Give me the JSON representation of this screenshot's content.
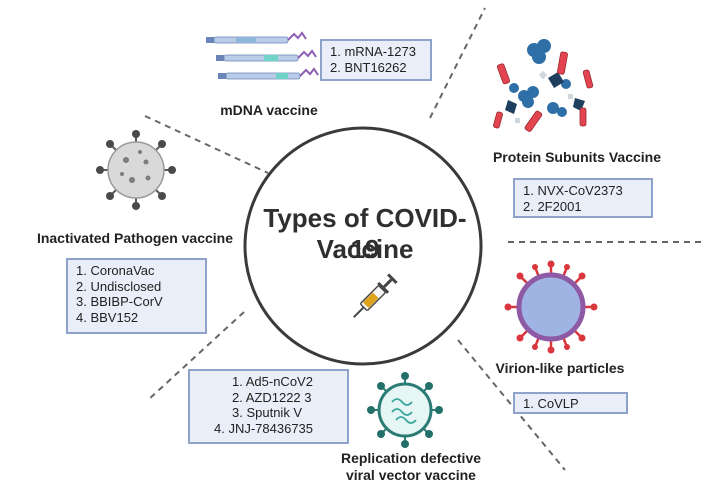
{
  "title_line1": "Types of COVID-19",
  "title_line2": "Vaccine",
  "center_icon": "syringe-icon",
  "colors": {
    "box_fill": "#e9eef8",
    "box_border": "#8fa2c9",
    "title_text": "#2f2f2f",
    "circle_stroke": "#3a3a3a",
    "dashed_line": "#666666",
    "virion_membrane": "#9fb4e3",
    "virion_spike": "#d9363e"
  },
  "categories": [
    {
      "id": "mrna",
      "label": "mDNA vaccine",
      "icon": "mrna-strand-icon",
      "vaccines": [
        "1. mRNA-1273",
        "2. BNT16262"
      ]
    },
    {
      "id": "protein",
      "label": "Protein Subunits Vaccine",
      "icon": "protein-subunits-icon",
      "vaccines": [
        "1. NVX-CoV2373",
        "2. 2F2001"
      ]
    },
    {
      "id": "inactivated",
      "label": "Inactivated Pathogen vaccine",
      "icon": "inactivated-virus-icon",
      "vaccines": [
        "1. CoronaVac",
        "2. Undisclosed",
        "3. BBIBP-CorV",
        "4. BBV152"
      ]
    },
    {
      "id": "virion",
      "label": "Virion-like particles",
      "icon": "virion-like-particle-icon",
      "vaccines": [
        "1. CoVLP"
      ]
    },
    {
      "id": "viral_vector",
      "label_line1": "Replication defective",
      "label_line2": "viral vector vaccine",
      "icon": "viral-vector-icon",
      "vaccines": [
        "1. Ad5-nCoV2",
        "2. AZD1222  3",
        "3. Sputnik V",
        "4. JNJ-78436735"
      ]
    }
  ]
}
